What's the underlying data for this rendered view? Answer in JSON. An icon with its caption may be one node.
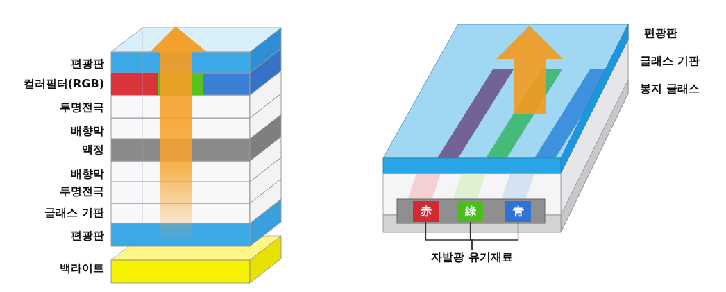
{
  "diagram": {
    "nodes": [
      {
        "text": [
          "赤"
        ]
      },
      {
        "text": [
          "綠"
        ]
      },
      {
        "text": [
          "青"
        ]
      },
      {
        "text": [
          "자발광 유기재료"
        ]
      }
    ],
    "edges": [
      {
        "from": 0,
        "to": 3,
        "arrow": "none"
      },
      {
        "from": 1,
        "to": 3,
        "arrow": "none"
      },
      {
        "from": 2,
        "to": 3,
        "arrow": "none"
      }
    ],
    "labels": [
      "편광판",
      "컬러필터(RGB)",
      "투명전극",
      "배향막",
      "액정",
      "배향막",
      "투명전극",
      "글래스 기판",
      "편광판",
      "백라이트",
      "편광판",
      "글래스 기판",
      "봉지 글래스"
    ]
  }
}
